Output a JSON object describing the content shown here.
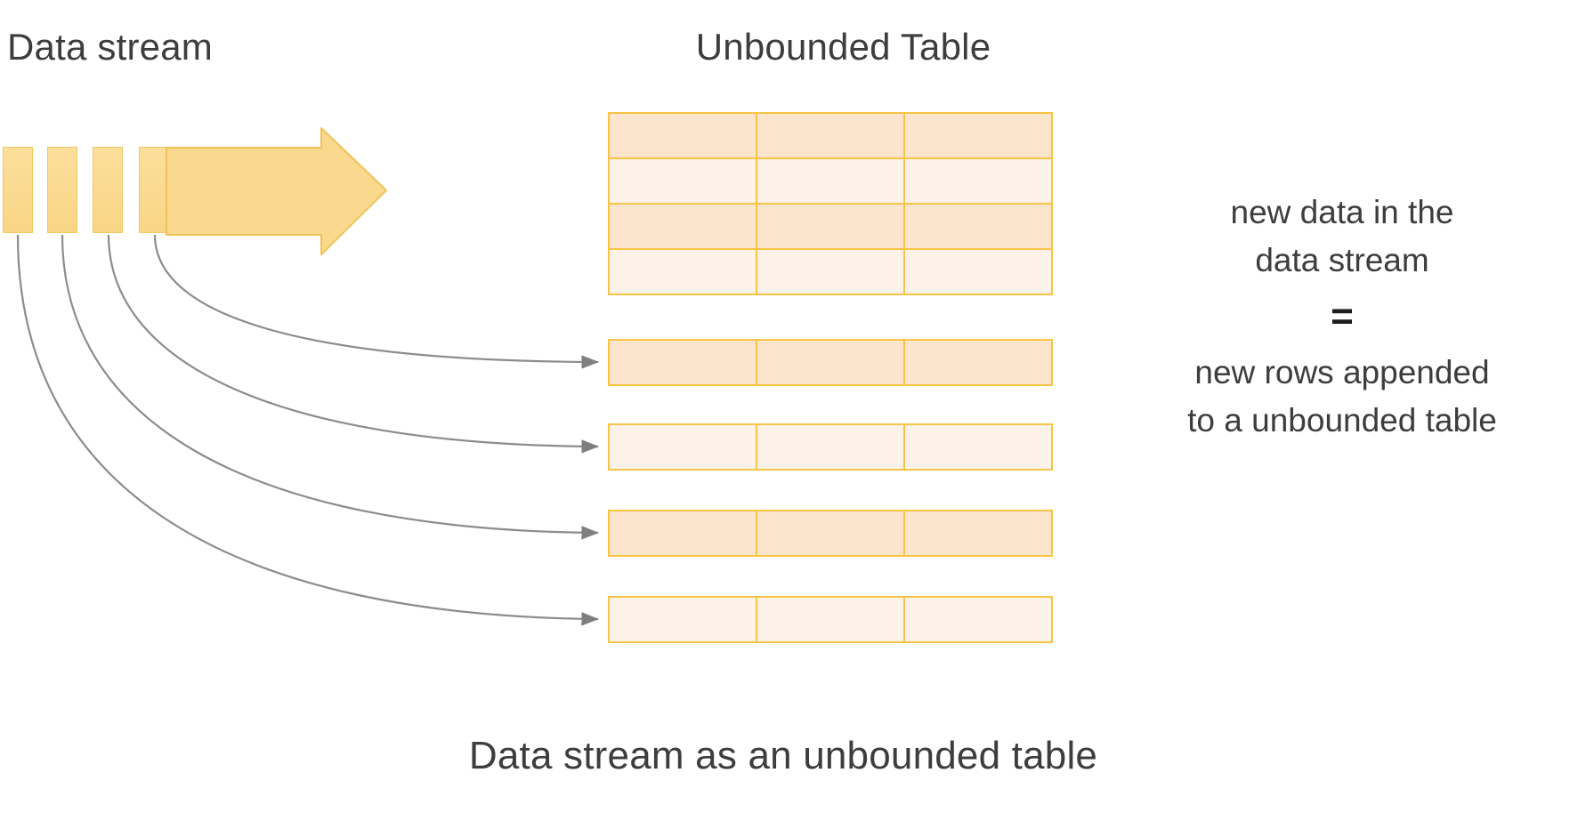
{
  "titles": {
    "left": "Data stream",
    "center": "Unbounded Table",
    "caption": "Data stream as an unbounded table"
  },
  "equation": {
    "line1": "new data in the",
    "line2": "data stream",
    "sign": "=",
    "line3": "new rows appended",
    "line4": "to a unbounded table"
  },
  "stream": {
    "bar_count": 4,
    "bars": [
      {
        "name": "stream-bar-1"
      },
      {
        "name": "stream-bar-2"
      },
      {
        "name": "stream-bar-3"
      },
      {
        "name": "stream-bar-4"
      }
    ],
    "arrow_direction": "right"
  },
  "table": {
    "columns": 3,
    "base_rows": [
      {
        "shade": "dark"
      },
      {
        "shade": "light"
      },
      {
        "shade": "dark"
      },
      {
        "shade": "light"
      }
    ],
    "appended_rows": [
      {
        "shade": "dark"
      },
      {
        "shade": "light"
      },
      {
        "shade": "dark"
      },
      {
        "shade": "light"
      }
    ]
  },
  "connectors": {
    "count": 4,
    "description": "curved arrows from each stream bar to an appended table row"
  },
  "colors": {
    "background": "#ffffff",
    "bar_fill": "#fad98e",
    "bar_border": "#f2c85f",
    "arrow_fill": "#fad98e",
    "arrow_border": "#f0c35a",
    "cell_border": "#f7c545",
    "row_dark": "#fbe5cc",
    "row_light": "#fcf2e8",
    "connector_line": "#8c8c8c",
    "text": "#3d3d3d"
  }
}
